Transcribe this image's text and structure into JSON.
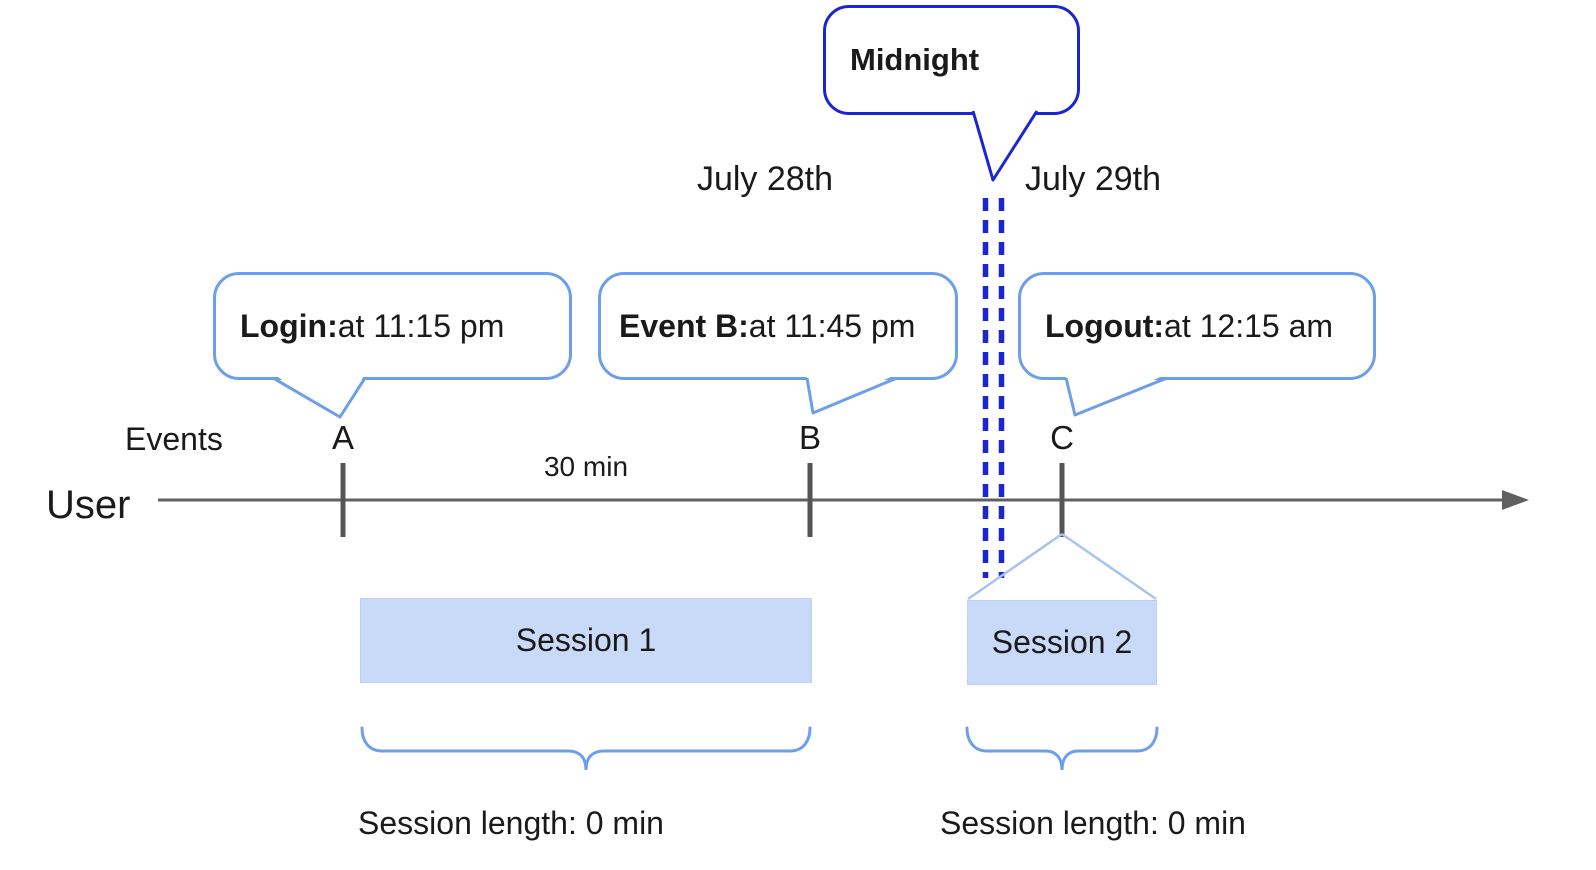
{
  "colors": {
    "dark_blue": "#1b25d2",
    "light_blue": "#6d9eeb",
    "pale_blue": "#a7c3f2",
    "session_fill": "#c9daf8",
    "axis_gray": "#616161",
    "tick_gray": "#545454",
    "text": "#1a1a1a"
  },
  "dates": {
    "left": "July 28th",
    "right": "July 29th"
  },
  "midnight_callout": {
    "label": "Midnight"
  },
  "event_callouts": {
    "login": {
      "title": "Login:",
      "detail": " at 11:15 pm"
    },
    "event_b": {
      "title": "Event B:",
      "detail": " at 11:45 pm"
    },
    "logout": {
      "title": "Logout:",
      "detail": " at 12:15 am"
    }
  },
  "timeline": {
    "row_label": "Events",
    "axis_label": "User",
    "markers": [
      "A",
      "B",
      "C"
    ],
    "interval_label": "30 min"
  },
  "sessions": [
    {
      "label": "Session 1",
      "length_label": "Session length: 0 min"
    },
    {
      "label": "Session 2",
      "length_label": "Session length: 0 min"
    }
  ]
}
